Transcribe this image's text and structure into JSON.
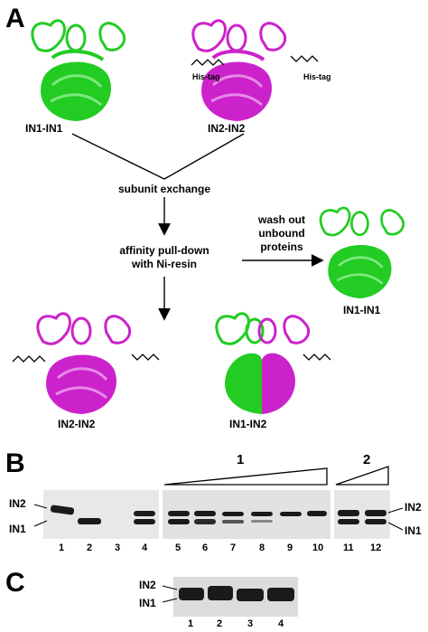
{
  "panel_a": {
    "letter": "A",
    "complex_top_left": "IN1-IN1",
    "complex_top_right": "IN2-IN2",
    "his_tag_left": "His-tag",
    "his_tag_right": "His-tag",
    "step_exchange": "subunit exchange",
    "step_pulldown_line1": "affinity pull-down",
    "step_pulldown_line2": "with Ni-resin",
    "step_wash_line1": "wash out",
    "step_wash_line2": "unbound",
    "step_wash_line3": "proteins",
    "complex_right": "IN1-IN1",
    "complex_bottom_left": "IN2-IN2",
    "complex_bottom_mid": "IN1-IN2"
  },
  "panel_b": {
    "letter": "B",
    "label_in2_left": "IN2",
    "label_in1_left": "IN1",
    "label_in2_right": "IN2",
    "label_in1_right": "IN1",
    "series_1": "1",
    "series_2": "2",
    "lanes": [
      "1",
      "2",
      "3",
      "4",
      "5",
      "6",
      "7",
      "8",
      "9",
      "10",
      "11",
      "12"
    ]
  },
  "panel_c": {
    "letter": "C",
    "label_in2": "IN2",
    "label_in1": "IN1",
    "lanes": [
      "1",
      "2",
      "3",
      "4"
    ]
  },
  "colors": {
    "green": "#22cc22",
    "magenta": "#cc22cc",
    "gel_bg": "#e8e8e8",
    "band": "#1a1a1a"
  }
}
